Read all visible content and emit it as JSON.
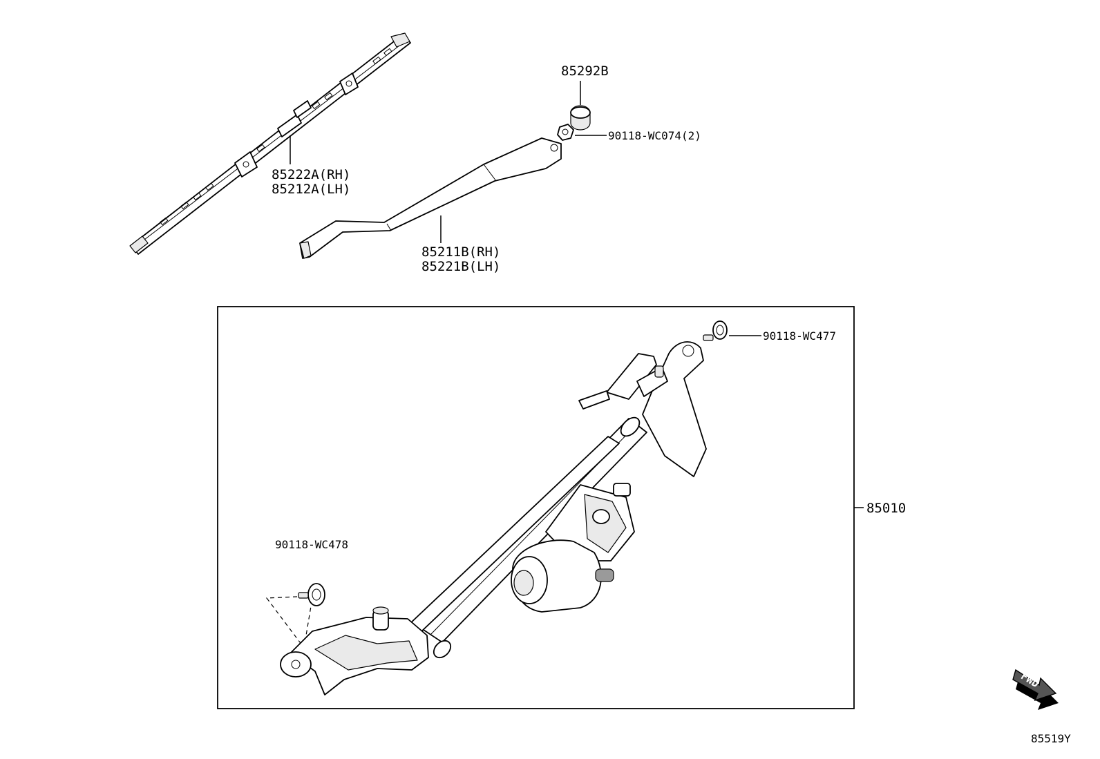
{
  "parts": {
    "blade_rh": "85222A(RH)",
    "blade_lh": "85212A(LH)",
    "cap": "85292B",
    "arm_nut": "90118-WC074(2)",
    "arm_rh": "85211B(RH)",
    "arm_lh": "85221B(LH)",
    "bolt_upper": "90118-WC477",
    "bolt_lower": "90118-WC478",
    "link_assembly": "85010"
  },
  "direction_badge": "FWD",
  "figure_code": "85519Y"
}
